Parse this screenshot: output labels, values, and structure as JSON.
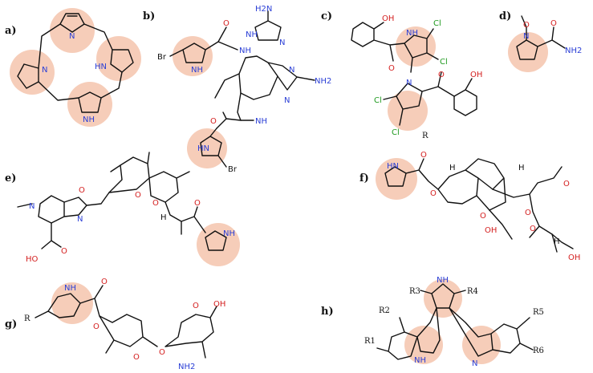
{
  "panels": {
    "a": {
      "label": "a)",
      "atoms": {
        "n1": "N",
        "n2": "N",
        "nh1": "HN",
        "nh2": "NH"
      }
    },
    "b": {
      "label": "b)",
      "atoms": {
        "br1": "Br",
        "nh1": "NH",
        "o1": "O",
        "nh_amide1": "NH",
        "h2n": "H2N",
        "nh_ring1": "NH",
        "n_ring1": "N",
        "n_benz": "N",
        "nh_benz": "N",
        "nh2": "NH2",
        "o2": "O",
        "nh_amide2": "NH",
        "hn2": "HN",
        "br2": "Br"
      }
    },
    "c": {
      "label": "c)",
      "atoms": {
        "oh1": "OH",
        "nh": "NH",
        "cl1": "Cl",
        "cl2": "Cl",
        "o1": "O",
        "n": "N",
        "cl3": "Cl",
        "cl4": "Cl",
        "o2": "O",
        "oh2": "OH",
        "r": "R"
      }
    },
    "d": {
      "label": "d)",
      "atoms": {
        "o1": "O",
        "n": "N",
        "o2": "O",
        "nh2": "NH2"
      }
    },
    "e": {
      "label": "e)",
      "atoms": {
        "hn": "N",
        "n": "N",
        "o1": "O",
        "o_acid": "O",
        "ho": "HO",
        "o_spiro1": "O",
        "o_spiro2": "O",
        "h": "H",
        "o_ket": "O",
        "nh": "NH"
      }
    },
    "f": {
      "label": "f)",
      "atoms": {
        "hn": "HN",
        "o1": "O",
        "o2": "O",
        "h1": "H",
        "h2": "H",
        "o3": "O",
        "oh": "OH",
        "o4": "O",
        "o5": "O",
        "o_me": "O",
        "h3": "H",
        "oh2": "OH"
      }
    },
    "g": {
      "label": "g)",
      "atoms": {
        "r": "R",
        "nh": "NH",
        "o1": "O",
        "o2": "O",
        "o3": "O",
        "o4": "O",
        "o5": "O",
        "oh": "OH",
        "nh2": "NH2"
      }
    },
    "h": {
      "label": "h)",
      "atoms": {
        "nh_top": "NH",
        "r3": "R3",
        "r4": "R4",
        "r2": "R2",
        "r5": "R5",
        "r1": "R1",
        "r6": "R6",
        "nh_left": "NH",
        "n_right": "N"
      }
    }
  }
}
